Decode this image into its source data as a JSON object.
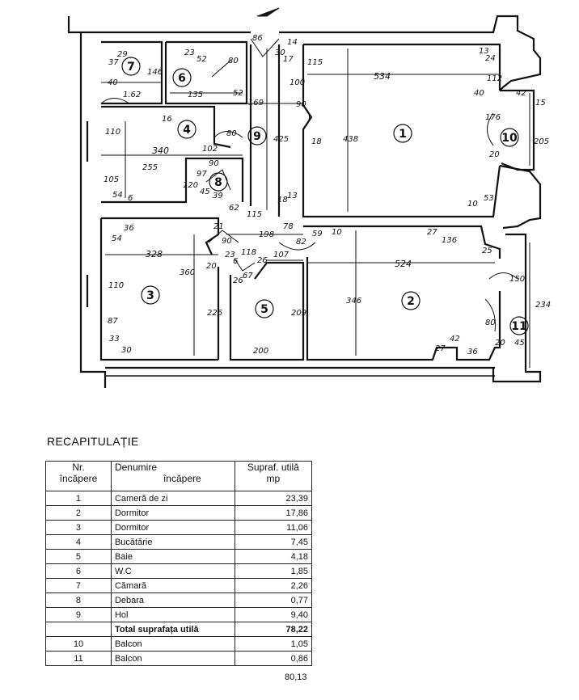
{
  "plan": {
    "rooms": [
      "1",
      "2",
      "3",
      "4",
      "5",
      "6",
      "7",
      "8",
      "9",
      "10",
      "11"
    ],
    "dims": {
      "d86": "86",
      "d29": "29",
      "d37": "37",
      "d146": "146",
      "d40": "40",
      "d162": "1.62",
      "d23": "23",
      "d52": "52",
      "d80a": "80",
      "d135": "135",
      "d52b": "52",
      "d169": "169",
      "d30": "30",
      "d17": "17",
      "d14": "14",
      "d100": "100",
      "d115": "115",
      "d534": "534",
      "d13": "13",
      "d24": "24",
      "d112": "112",
      "d40b": "40",
      "d42": "42",
      "d15": "15",
      "d90": "90",
      "d16": "16",
      "d110a": "110",
      "d80b": "80",
      "d102": "102",
      "d340": "340",
      "d425": "425",
      "d18a": "18",
      "d438": "438",
      "d176": "176",
      "d205": "205",
      "d20a": "20",
      "d255": "255",
      "d90b": "90",
      "d97": "97",
      "d45a": "45",
      "d39": "39",
      "d120": "120",
      "d105": "105",
      "d54a": "54",
      "d6a": "6",
      "d62": "62",
      "d115b": "115",
      "d18b": "18",
      "d13b": "13",
      "d10a": "10",
      "d53": "53",
      "d36a": "36",
      "d21": "21",
      "d54b": "54",
      "d198": "198",
      "d78": "78",
      "d59": "59",
      "d10b": "10",
      "d27a": "27",
      "d136": "136",
      "d25": "25",
      "d328": "328",
      "d90c": "90",
      "d82": "82",
      "d107": "107",
      "d524": "524",
      "d360": "360",
      "d20b": "20",
      "d6b": "6",
      "d118": "118",
      "d26a": "26",
      "d23b": "23",
      "d110b": "110",
      "d26b": "26",
      "d67": "67",
      "d150": "150",
      "d234": "234",
      "d346": "346",
      "d226": "226",
      "d209": "209",
      "d87": "87",
      "d80c": "80",
      "d33": "33",
      "d30b": "30",
      "d200": "200",
      "d42b": "42",
      "d27b": "27",
      "d36b": "36",
      "d20c": "20",
      "d45b": "45"
    }
  },
  "recap": {
    "title": "RECAPITULAȚIE",
    "headers": {
      "nr_line1": "Nr.",
      "nr_line2": "încăpere",
      "name_line1": "Denumire",
      "name_line2": "încăpere",
      "area_line1": "Supraf. utilă",
      "area_line2": "mp"
    },
    "rows": [
      {
        "nr": "1",
        "name": "Cameră de zi",
        "area": "23,39"
      },
      {
        "nr": "2",
        "name": "Dormitor",
        "area": "17,86"
      },
      {
        "nr": "3",
        "name": "Dormitor",
        "area": "11,06"
      },
      {
        "nr": "4",
        "name": "Bucătărie",
        "area": "7,45"
      },
      {
        "nr": "5",
        "name": "Baie",
        "area": "4,18"
      },
      {
        "nr": "6",
        "name": "W.C",
        "area": "1,85"
      },
      {
        "nr": "7",
        "name": "Cămară",
        "area": "2,26"
      },
      {
        "nr": "8",
        "name": "Debara",
        "area": "0,77"
      },
      {
        "nr": "9",
        "name": "Hol",
        "area": "9,40"
      }
    ],
    "total": {
      "name": "Total suprafața utilă",
      "area": "78,22"
    },
    "extra_rows": [
      {
        "nr": "10",
        "name": "Balcon",
        "area": "1,05"
      },
      {
        "nr": "11",
        "name": "Balcon",
        "area": "0,86"
      }
    ],
    "grand_total": "80,13"
  }
}
